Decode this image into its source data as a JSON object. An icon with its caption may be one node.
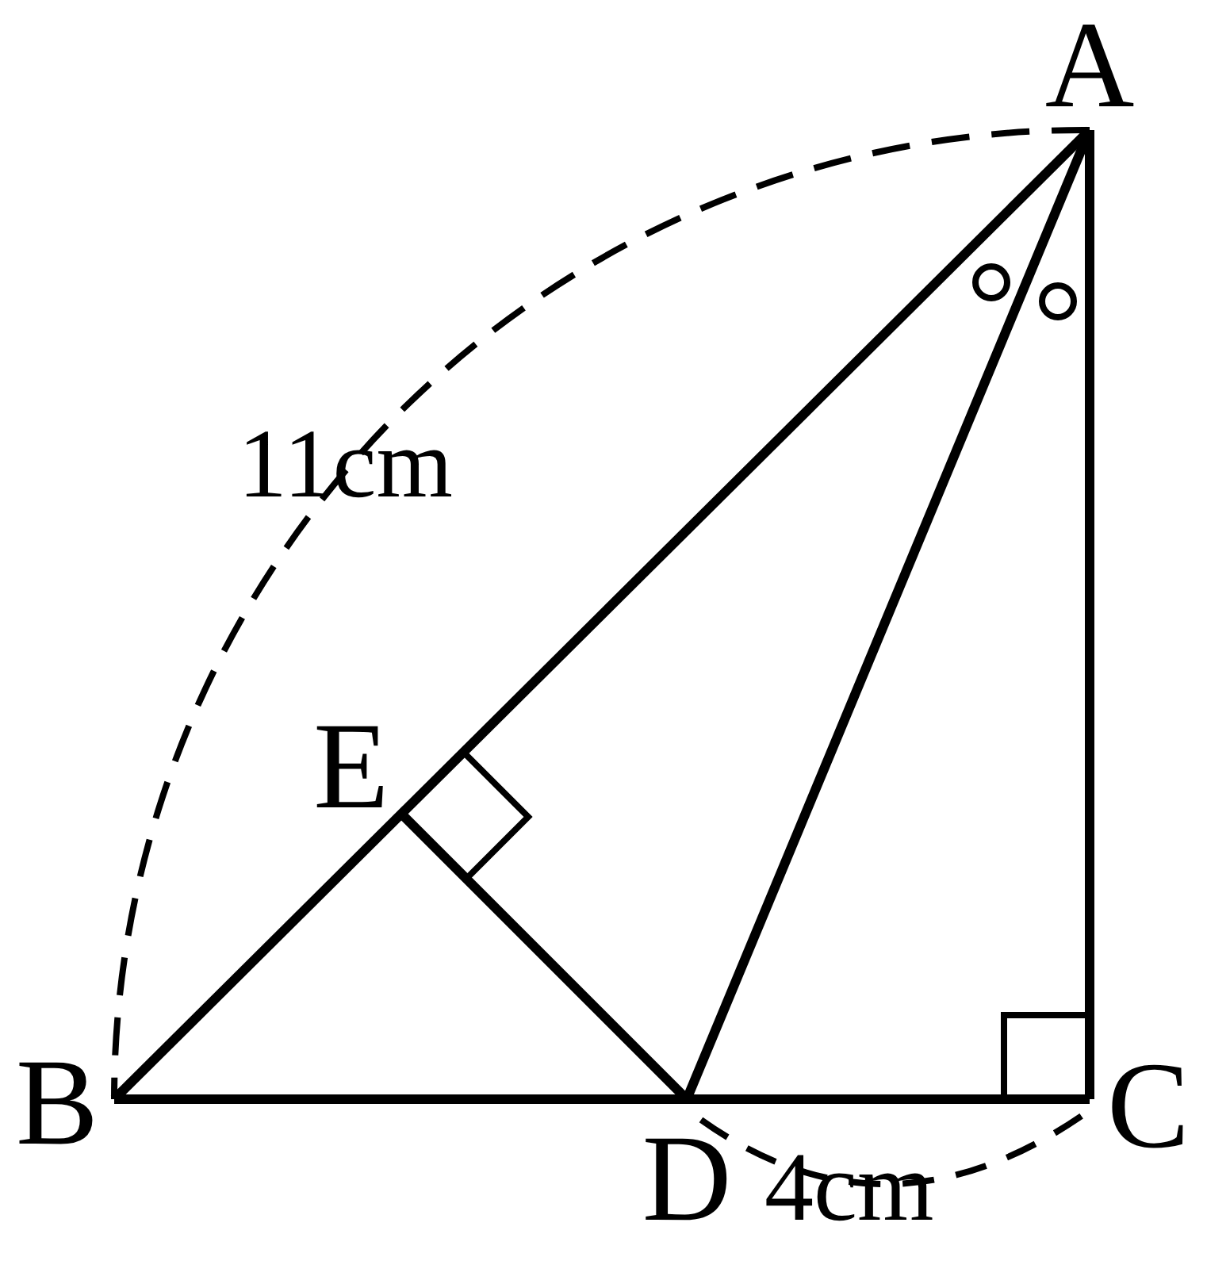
{
  "diagram": {
    "nodes": [
      {
        "text": [
          "A"
        ]
      },
      {
        "text": [
          "B"
        ]
      },
      {
        "text": [
          "C"
        ]
      },
      {
        "text": [
          "D"
        ]
      },
      {
        "text": [
          "E"
        ]
      }
    ],
    "edges": [
      {
        "from": 0,
        "to": 1,
        "arrow": "none"
      },
      {
        "from": 1,
        "to": 2,
        "arrow": "none"
      },
      {
        "from": 2,
        "to": 0,
        "arrow": "none"
      },
      {
        "from": 0,
        "to": 3,
        "arrow": "none"
      },
      {
        "from": 3,
        "to": 4,
        "arrow": "none"
      }
    ],
    "labels": [
      "11cm",
      "4cm"
    ]
  }
}
